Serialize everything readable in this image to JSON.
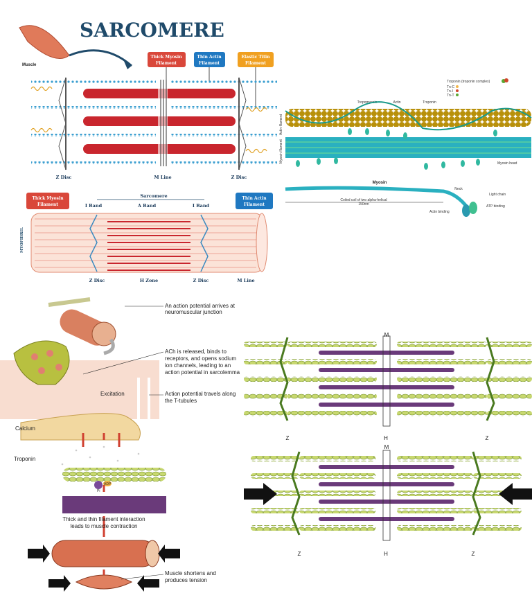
{
  "sarcomere_panel": {
    "title": "SARCOMERE",
    "muscle_label": "Muscle",
    "callouts": [
      {
        "line1": "Thick Myosin",
        "line2": "Filament",
        "color": "#d9473a"
      },
      {
        "line1": "Thin Actin",
        "line2": "Filament",
        "color": "#1f78c1"
      },
      {
        "line1": "Elastic Titin",
        "line2": "Filament",
        "color": "#f0a020"
      }
    ],
    "upper_labels": {
      "z_disc_left": "Z Disc",
      "m_line": "M Line",
      "z_disc_right": "Z Disc"
    },
    "lower_callouts": [
      {
        "line1": "Thick Myosin",
        "line2": "Filament",
        "color": "#d9473a"
      },
      {
        "line1": "Thin Actin",
        "line2": "Filament",
        "color": "#1f78c1"
      }
    ],
    "bands": {
      "sarcomere": "Sarcomere",
      "i_band_left": "I Band",
      "a_band": "A Band",
      "i_band_right": "I Band"
    },
    "side_label": "MYOFIBRIL",
    "lower_labels": {
      "z_disc_left": "Z Disc",
      "h_zone": "H Zone",
      "z_disc_right": "Z Disc",
      "m_line": "M Line"
    }
  },
  "filament_panel": {
    "legend_title": "Troponin (troponin complex)",
    "legend_items": [
      {
        "label": "Tn-C",
        "color": "#f2b64a"
      },
      {
        "label": "Tn-I",
        "color": "#d0452a"
      },
      {
        "label": "Tn-T",
        "color": "#5aa832"
      }
    ],
    "labels": {
      "tropomyosin": "Tropomyosin",
      "actin": "Actin",
      "troponin": "Troponin",
      "actin_filament": "Actin filament",
      "myosin_filament": "Myosin filament",
      "myosin_head": "Myosin head"
    },
    "myosin": {
      "title": "Myosin",
      "neck": "Neck",
      "light_chain": "Light chain",
      "coiled_coil_line1": "Coiled coil of two alpha-helical",
      "coiled_coil_line2": "150nm",
      "actin_binding": "Actin binding",
      "atp_binding": "ATP binding"
    }
  },
  "excitation_panel": {
    "steps": [
      {
        "line1": "An action potential arrives at",
        "line2": "neuromuscular junction"
      },
      {
        "line1": "ACh is released, binds to",
        "line2": "receptors, and opens sodium",
        "line3": "ion channels, leading to an",
        "line4": "action potential in sarcolemma"
      },
      {
        "line1": "Action potential travels along",
        "line2": "the T-tubules"
      }
    ],
    "excitation": "Excitation",
    "calcium": "Calcium",
    "troponin": "Troponin",
    "adp": "ADP",
    "pi": "Pi",
    "interaction_line1": "Thick and thin filament interaction",
    "interaction_line2": "leads to muscle contraction",
    "shortens_line1": "Muscle shortens and",
    "shortens_line2": "produces tension"
  },
  "contraction_panel": {
    "relaxed": {
      "m": "M",
      "z_left": "Z",
      "h": "H",
      "z_right": "Z"
    },
    "contracted": {
      "m": "M",
      "z_left": "Z",
      "h": "H",
      "z_right": "Z"
    }
  }
}
